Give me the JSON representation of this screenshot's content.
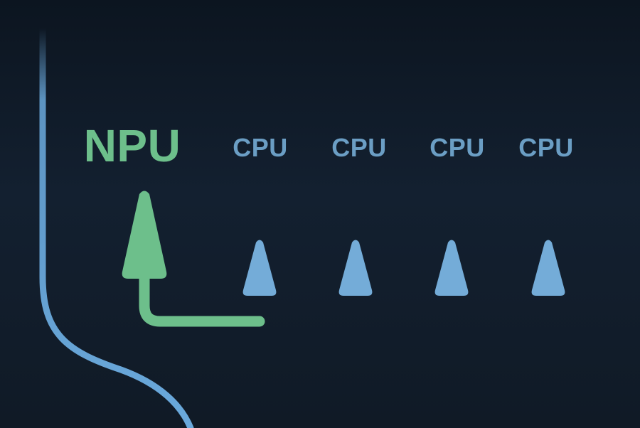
{
  "npu": {
    "label": "NPU",
    "color": "#6dbf8b"
  },
  "cpu_lanes": [
    {
      "label": "CPU"
    },
    {
      "label": "CPU"
    },
    {
      "label": "CPU"
    },
    {
      "label": "CPU"
    }
  ],
  "colors": {
    "background": "#0f1a27",
    "cpu": "#6b9ec4",
    "arrow_blue": "#74acd8",
    "divider": "#5e95c0",
    "track": "#6aa9dc"
  }
}
